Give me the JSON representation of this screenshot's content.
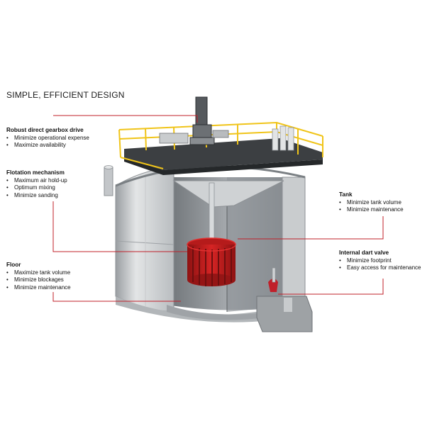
{
  "title": "SIMPLE, EFFICIENT DESIGN",
  "colors": {
    "leader": "#c0202a",
    "impeller": "#c81e1e",
    "rail": "#f0c419",
    "steel": "#cfd2d4"
  },
  "callouts": [
    {
      "heading": "Robust direct gearbox drive",
      "items": [
        "Minimize operational expense",
        "Maximize availability"
      ]
    },
    {
      "heading": "Flotation mechanism",
      "items": [
        "Maximum air hold-up",
        "Optimum mixing",
        "Minimize sanding"
      ]
    },
    {
      "heading": "Floor",
      "items": [
        "Maximize tank volume",
        "Minimize blockages",
        "Minimize maintenance"
      ]
    },
    {
      "heading": "Tank",
      "items": [
        "Minimize tank volume",
        "Minimize maintenance"
      ]
    },
    {
      "heading": "Internal dart valve",
      "items": [
        "Minimize footprint",
        "Easy access for maintenance"
      ]
    }
  ]
}
